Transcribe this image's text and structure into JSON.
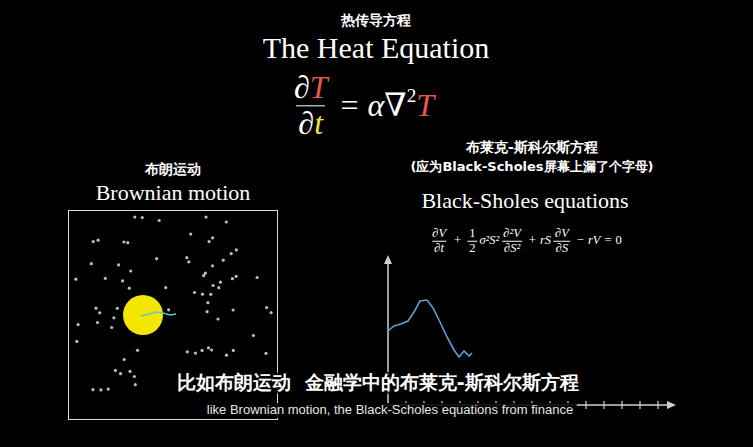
{
  "diagram": {
    "title": "The Heat Equation",
    "nodes": [
      {
        "text": [
          "布朗运动",
          "Brownian motion"
        ]
      }
    ],
    "labels": [
      "热传导方程",
      "The Heat Equation",
      "∂",
      "T",
      "∂",
      "t",
      "=",
      "α∇",
      "2",
      "T",
      "布莱克-斯科尔斯方程",
      "(应为Black-Scholes屏幕上漏了个字母)",
      "Black-Sholes equations",
      "∂V",
      "∂t",
      "+",
      "1",
      "2",
      "σ²S²",
      "∂²V",
      "∂S²",
      "+",
      "rS",
      "∂V",
      "∂S",
      "−",
      "rV",
      "=",
      "0",
      "比如布朗运动  金融学中的布莱克-斯科尔斯方程",
      "like Brownian motion, the Black-Scholes equations from finance"
    ]
  }
}
